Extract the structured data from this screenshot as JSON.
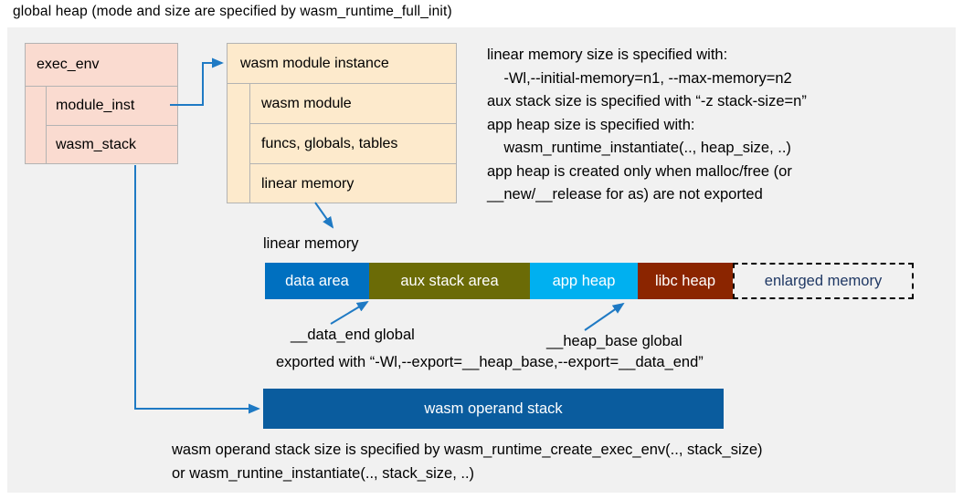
{
  "title": "global heap (mode and size are specified by wasm_runtime_full_init)",
  "colors": {
    "panel_background": "#f1f1f1",
    "exec_env_fill": "#fadbd0",
    "module_instance_fill": "#fdeacc",
    "box_border": "#b3b3b3",
    "arrow": "#1f7ac4",
    "data_area": "#0070c0",
    "aux_stack_area": "#6b6b06",
    "app_heap": "#00b0f0",
    "libc_heap": "#8b2500",
    "enlarged_memory_text": "#1f3864",
    "enlarged_memory_border": "#000000",
    "operand_stack": "#0a5c9e"
  },
  "exec_env": {
    "header": "exec_env",
    "rows": [
      {
        "label": "module_inst"
      },
      {
        "label": "wasm_stack"
      }
    ]
  },
  "wasm_module_instance": {
    "header": "wasm module instance",
    "rows": [
      {
        "label": "wasm module"
      },
      {
        "label": "funcs, globals, tables"
      },
      {
        "label": "linear memory"
      }
    ]
  },
  "runtime_notes": "linear memory size is specified with:\n    -Wl,--initial-memory=n1, --max-memory=n2\naux stack size is specified with “-z stack-size=n”\napp heap size is specified with:\n    wasm_runtime_instantiate(.., heap_size, ..)\napp heap is created only when malloc/free (or\n__new/__release for as) are not exported",
  "linear_memory": {
    "caption": "linear memory",
    "segments": [
      {
        "label": "data area",
        "color": "#0070c0",
        "name": "data-area"
      },
      {
        "label": "aux stack area",
        "color": "#6b6b06",
        "name": "aux-stack-area"
      },
      {
        "label": "app heap",
        "color": "#00b0f0",
        "name": "app-heap"
      },
      {
        "label": "libc heap",
        "color": "#8b2500",
        "name": "libc-heap"
      },
      {
        "label": "enlarged memory",
        "color": "#f1f1f1",
        "name": "enlarged-memory"
      }
    ]
  },
  "annotations": {
    "data_end": "__data_end global",
    "heap_base": "__heap_base global",
    "export_note": "exported with “-Wl,--export=__heap_base,--export=__data_end”"
  },
  "operand_stack": {
    "label": "wasm operand stack",
    "note": "wasm operand stack size is specified by wasm_runtime_create_exec_env(.., stack_size)\nor wasm_runtine_instantiate(.., stack_size, ..)"
  }
}
